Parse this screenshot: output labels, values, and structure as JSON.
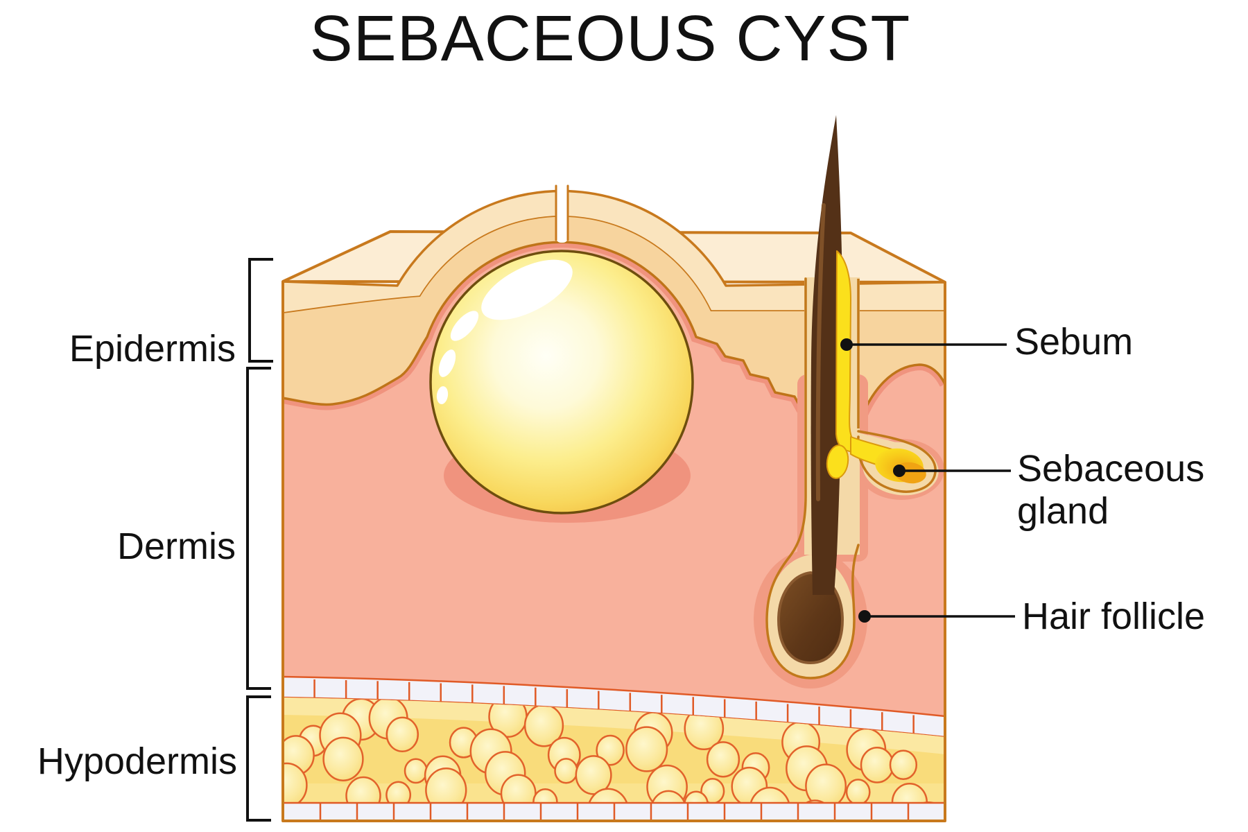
{
  "title": "SEBACEOUS CYST",
  "skin_layers": [
    {
      "label": "Epidermis"
    },
    {
      "label": "Dermis"
    },
    {
      "label": "Hypodermis"
    }
  ],
  "structures": [
    {
      "label": "Sebum"
    },
    {
      "label": "Sebaceous gland",
      "line1": "Sebaceous",
      "line2": "gland"
    },
    {
      "label": "Hair follicle"
    }
  ],
  "palette": {
    "background": "#FFFFFF",
    "outline": "#C8791D",
    "top_face": "#FCEDD4",
    "stratum_corneum": "#FAE4BE",
    "epidermis": "#F7D49E",
    "dermis": "#F8B19C",
    "dermis_shadow": "#F0937E",
    "boundary_line": "#BF7419",
    "cyst_rim": "#EFB038",
    "cyst_outline": "#6E4E0E",
    "sebum_yellow": "#FBE01C",
    "sebum_outline": "#DB9A0C",
    "gland_core": "#F0A313",
    "follicle_tan": "#F4D9A8",
    "follicle_halo": "#F19B83",
    "hair_brown": "#543117",
    "hair_highlight": "#7F5128",
    "bulb_dark": "#4F2C12",
    "hypodermis": "#F9DC7B",
    "hypodermis_light": "#FBE8A2",
    "fat_outline": "#E2622B",
    "cell_strip": "#F2F2F9",
    "label_color": "#111111"
  }
}
